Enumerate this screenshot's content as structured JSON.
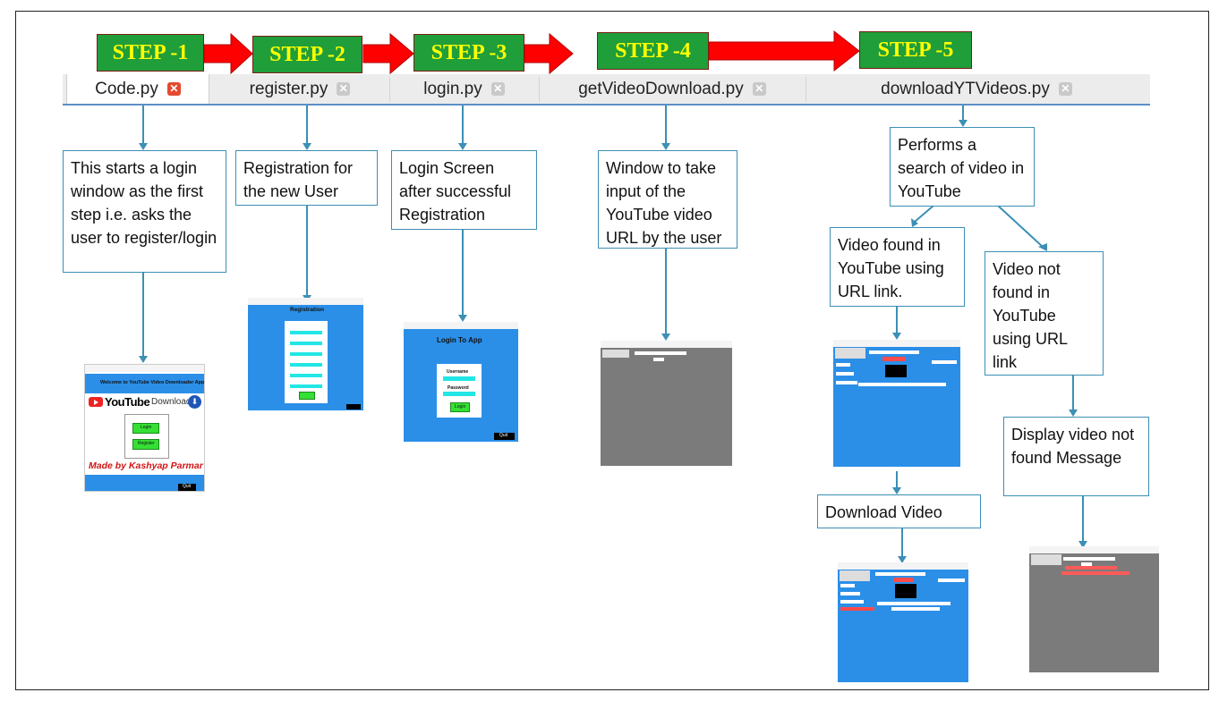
{
  "steps": [
    "STEP -1",
    "STEP -2",
    "STEP -3",
    "STEP -4",
    "STEP -5"
  ],
  "tabs": [
    "Code.py",
    "register.py",
    "login.py",
    "getVideoDownload.py",
    "downloadYTVideos.py"
  ],
  "boxes": {
    "code": "This starts a login window as the first step i.e. asks the user to register/login",
    "register": "Registration for the new User",
    "login": "Login Screen after successful Registration",
    "getvideo": "Window to take input of the YouTube video URL by the user",
    "search": "Performs a search of video in YouTube",
    "found": "Video found in YouTube using URL link.",
    "notfound": "Video not found in YouTube using URL link",
    "download": "Download Video",
    "display": "Display video not found Message"
  },
  "screens": {
    "welcome": {
      "title": "Welcome to YouTube Video Downloader App",
      "brand": "YouTube",
      "brand_suffix": "Downloader",
      "footer": "Made by Kashyap Parmar",
      "login": "Login",
      "register": "Register",
      "quit": "Quit"
    },
    "registration": {
      "title": "Registration"
    },
    "login": {
      "title": "Login To App",
      "username": "Username",
      "password": "Password",
      "login": "Login",
      "quit": "Quit"
    }
  },
  "colors": {
    "step_bg": "#1f9e3a",
    "step_text": "#ffff00",
    "arrow": "#ff0000",
    "connector": "#3c8fb5",
    "app_blue": "#2b8fe8",
    "app_grey": "#7b7b7b"
  }
}
